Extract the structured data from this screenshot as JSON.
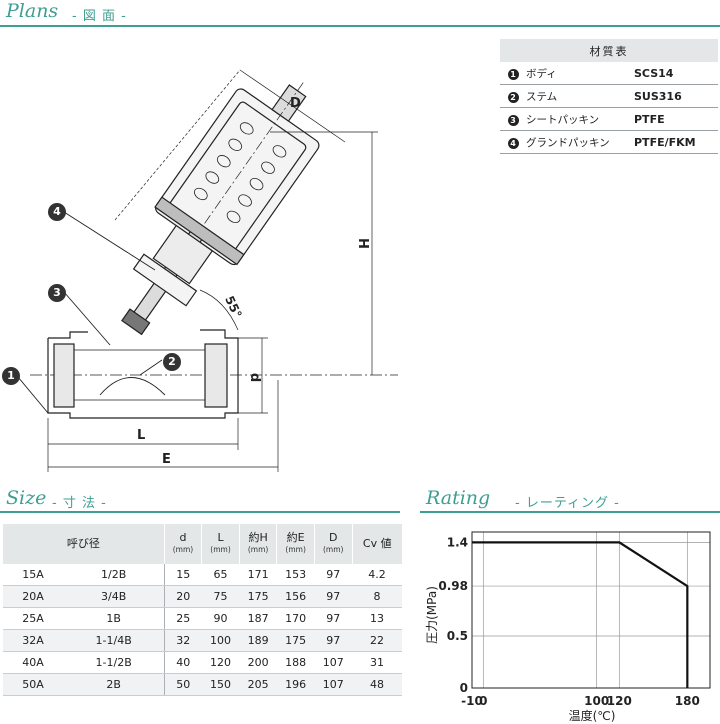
{
  "plans": {
    "title": "Plans",
    "subtitle": "- 図 面 -"
  },
  "materials": {
    "header": "材質表",
    "rows": [
      {
        "num": "1",
        "name": "ボディ",
        "value": "SCS14"
      },
      {
        "num": "2",
        "name": "ステム",
        "value": "SUS316"
      },
      {
        "num": "3",
        "name": "シートパッキン",
        "value": "PTFE"
      },
      {
        "num": "4",
        "name": "グランドパッキン",
        "value": "PTFE/FKM"
      }
    ]
  },
  "drawing": {
    "callouts": [
      "1",
      "2",
      "3",
      "4"
    ],
    "dims": {
      "D": "D",
      "H": "H",
      "d": "d",
      "L": "L",
      "E": "E",
      "angle": "55°"
    }
  },
  "size": {
    "title": "Size",
    "subtitle": "- 寸 法 -",
    "headers": {
      "nominal": "呼び径",
      "d": "d",
      "d_unit": "(mm)",
      "L": "L",
      "L_unit": "(mm)",
      "H": "約H",
      "H_unit": "(mm)",
      "E": "約E",
      "E_unit": "(mm)",
      "D": "D",
      "D_unit": "(mm)",
      "cv": "Cv 値"
    },
    "rows": [
      [
        "15A",
        "1/2B",
        "15",
        "65",
        "171",
        "153",
        "97",
        "4.2"
      ],
      [
        "20A",
        "3/4B",
        "20",
        "75",
        "175",
        "156",
        "97",
        "8"
      ],
      [
        "25A",
        "1B",
        "25",
        "90",
        "187",
        "170",
        "97",
        "13"
      ],
      [
        "32A",
        "1-1/4B",
        "32",
        "100",
        "189",
        "175",
        "97",
        "22"
      ],
      [
        "40A",
        "1-1/2B",
        "40",
        "120",
        "200",
        "188",
        "107",
        "31"
      ],
      [
        "50A",
        "2B",
        "50",
        "150",
        "205",
        "196",
        "107",
        "48"
      ]
    ]
  },
  "rating": {
    "title": "Rating",
    "subtitle": "- レーティング -"
  },
  "chart_data": {
    "type": "line",
    "title": "",
    "xlabel": "温度(℃)",
    "ylabel": "圧力(MPa)",
    "x_ticks": [
      "-10",
      "0",
      "100",
      "120",
      "180"
    ],
    "y_ticks": [
      "0",
      "0.5",
      "0.98",
      "1.4"
    ],
    "xlim": [
      -10,
      200
    ],
    "ylim": [
      0,
      1.5
    ],
    "series": [
      {
        "x": [
          -10,
          120,
          180,
          180
        ],
        "y": [
          1.4,
          1.4,
          0.98,
          0
        ]
      }
    ]
  }
}
